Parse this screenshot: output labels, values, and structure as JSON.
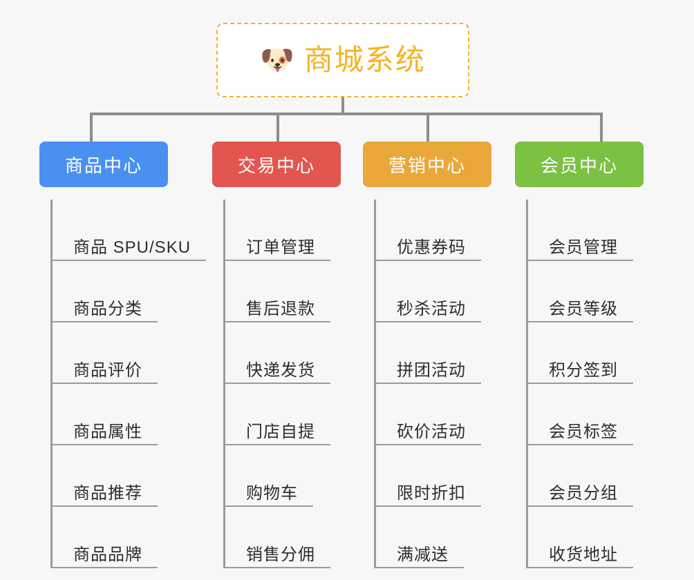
{
  "background_color": "#f7f7f7",
  "root": {
    "icon": "dog-face-emoji",
    "emoji": "🐶",
    "title": "商城系统",
    "text_color": "#f5b324",
    "border_color": "#f0b42a",
    "background": "#ffffff"
  },
  "connector_color": "#8d8d8d",
  "columns": [
    {
      "category": "商品中心",
      "color": "#4a90f0",
      "items": [
        "商品 SPU/SKU",
        "商品分类",
        "商品评价",
        "商品属性",
        "商品推荐",
        "商品品牌"
      ]
    },
    {
      "category": "交易中心",
      "color": "#e2564f",
      "items": [
        "订单管理",
        "售后退款",
        "快递发货",
        "门店自提",
        "购物车",
        "销售分佣"
      ]
    },
    {
      "category": "营销中心",
      "color": "#eaa83a",
      "items": [
        "优惠券码",
        "秒杀活动",
        "拼团活动",
        "砍价活动",
        "限时折扣",
        "满减送"
      ]
    },
    {
      "category": "会员中心",
      "color": "#7bc142",
      "items": [
        "会员管理",
        "会员等级",
        "积分签到",
        "会员标签",
        "会员分组",
        "收货地址"
      ]
    }
  ]
}
